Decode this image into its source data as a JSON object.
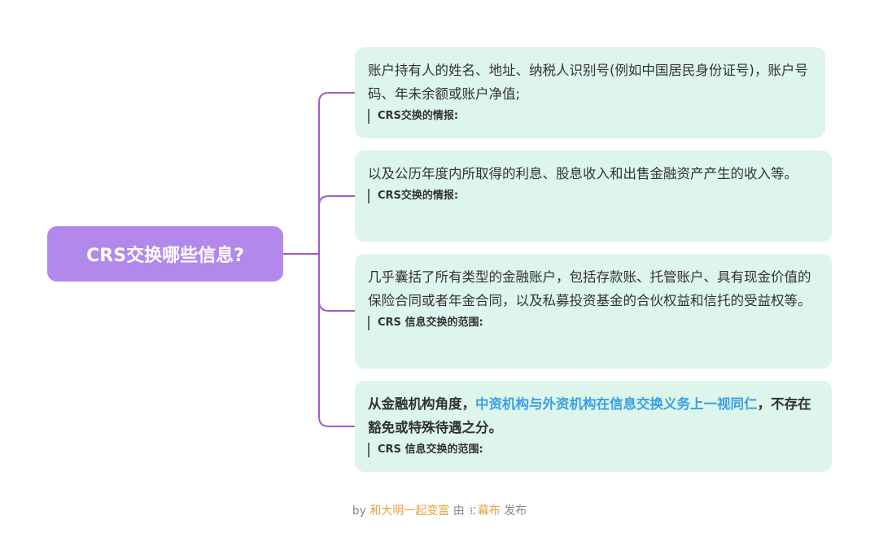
{
  "root": {
    "label": "CRS交换哪些信息?"
  },
  "branches": [
    {
      "text": "账户持有人的姓名、地址、纳税人识别号(例如中国居民身份证号)，账户号码、年未余额或账户净值;",
      "note": "CRS交换的情报:"
    },
    {
      "text": "以及公历年度内所取得的利息、股息收入和出售金融资产产生的收入等。",
      "note": "CRS交换的情报:"
    },
    {
      "text": "几乎囊括了所有类型的金融账户，包括存款账、托管账户、具有现金价值的保险合同或者年金合同，以及私募投资基金的合伙权益和信托的受益权等。",
      "note": "CRS 信息交换的范围:"
    },
    {
      "text_pre": "从金融机构角度，",
      "text_highlight": "中资机构与外资机构在信息交换义务上一视同仁",
      "text_post": "，不存在豁免或特殊待遇之分。",
      "note": "CRS 信息交换的范围:"
    }
  ],
  "footer": {
    "by": "by",
    "author": "和大明一起变富",
    "mid": "由",
    "brand": "幕布",
    "end": "发布"
  },
  "colors": {
    "root_bg": "#b388eb",
    "card_bg": "#ddf5ea",
    "connector": "#a259c4",
    "highlight": "#3aa0e8"
  }
}
